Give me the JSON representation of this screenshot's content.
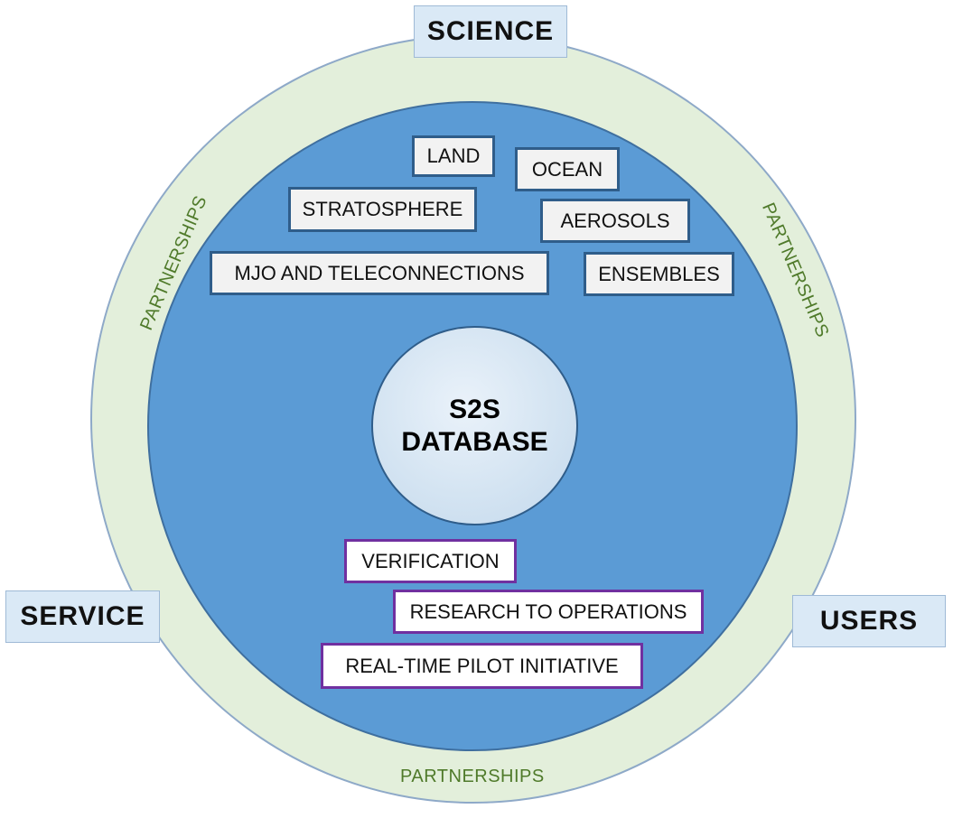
{
  "core": {
    "line1": "S2S",
    "line2": "DATABASE"
  },
  "pillars": {
    "science": "SCIENCE",
    "service": "SERVICE",
    "users": "USERS"
  },
  "ring_label": "PARTNERSHIPS",
  "topics": {
    "land": "LAND",
    "ocean": "OCEAN",
    "stratosphere": "STRATOSPHERE",
    "aerosols": "AEROSOLS",
    "mjo": "MJO AND TELECONNECTIONS",
    "ensembles": "ENSEMBLES"
  },
  "activities": {
    "verification": "VERIFICATION",
    "research_to_operations": "RESEARCH TO OPERATIONS",
    "real_time_pilot": "REAL-TIME PILOT INITIATIVE"
  },
  "colors": {
    "outer_ring": "#e3efdb",
    "inner_circle": "#5b9bd5",
    "topic_border": "#2f5d8a",
    "activity_border": "#7030a0",
    "partnership_text": "#4f7a2a",
    "pillar_fill": "#dae9f6"
  }
}
